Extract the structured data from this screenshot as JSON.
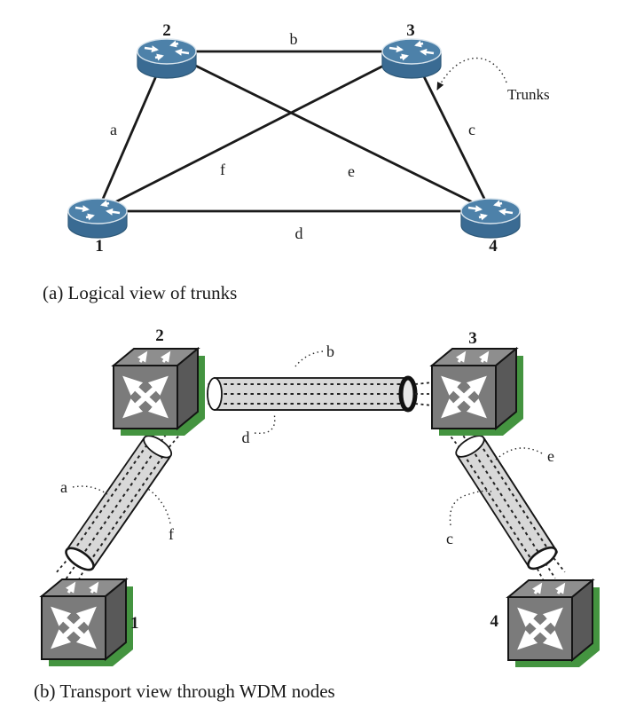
{
  "figure": {
    "partA": {
      "caption": "(a) Logical view of trunks",
      "annotation": "Trunks",
      "nodes": [
        {
          "label": "1"
        },
        {
          "label": "2"
        },
        {
          "label": "3"
        },
        {
          "label": "4"
        }
      ],
      "edges": [
        {
          "label": "a",
          "from": "1",
          "to": "2"
        },
        {
          "label": "b",
          "from": "2",
          "to": "3"
        },
        {
          "label": "c",
          "from": "3",
          "to": "4"
        },
        {
          "label": "d",
          "from": "1",
          "to": "4"
        },
        {
          "label": "e",
          "from": "2",
          "to": "4"
        },
        {
          "label": "f",
          "from": "1",
          "to": "3"
        }
      ]
    },
    "partB": {
      "caption": "(b) Transport view through WDM nodes",
      "nodes": [
        {
          "label": "1"
        },
        {
          "label": "2"
        },
        {
          "label": "3"
        },
        {
          "label": "4"
        }
      ],
      "conduits": [
        {
          "between": [
            "2",
            "3"
          ],
          "trunks": [
            "b",
            "d"
          ]
        },
        {
          "between": [
            "1",
            "2"
          ],
          "trunks": [
            "a",
            "f"
          ]
        },
        {
          "between": [
            "3",
            "4"
          ],
          "trunks": [
            "c",
            "e"
          ]
        }
      ],
      "trunk_labels": {
        "a": "a",
        "b": "b",
        "c": "c",
        "d": "d",
        "e": "e",
        "f": "f"
      }
    },
    "colors": {
      "router_blue_top": "#4d81a9",
      "router_blue_body": "#3a6b93",
      "wdm_front_gray": "#7b7b7b",
      "wdm_top_gray": "#8e8e8e",
      "wdm_side_gray": "#595959",
      "shadow_green": "#449440",
      "conduit_gray": "#d8d8d8",
      "line_black": "#1a1a1a"
    }
  }
}
